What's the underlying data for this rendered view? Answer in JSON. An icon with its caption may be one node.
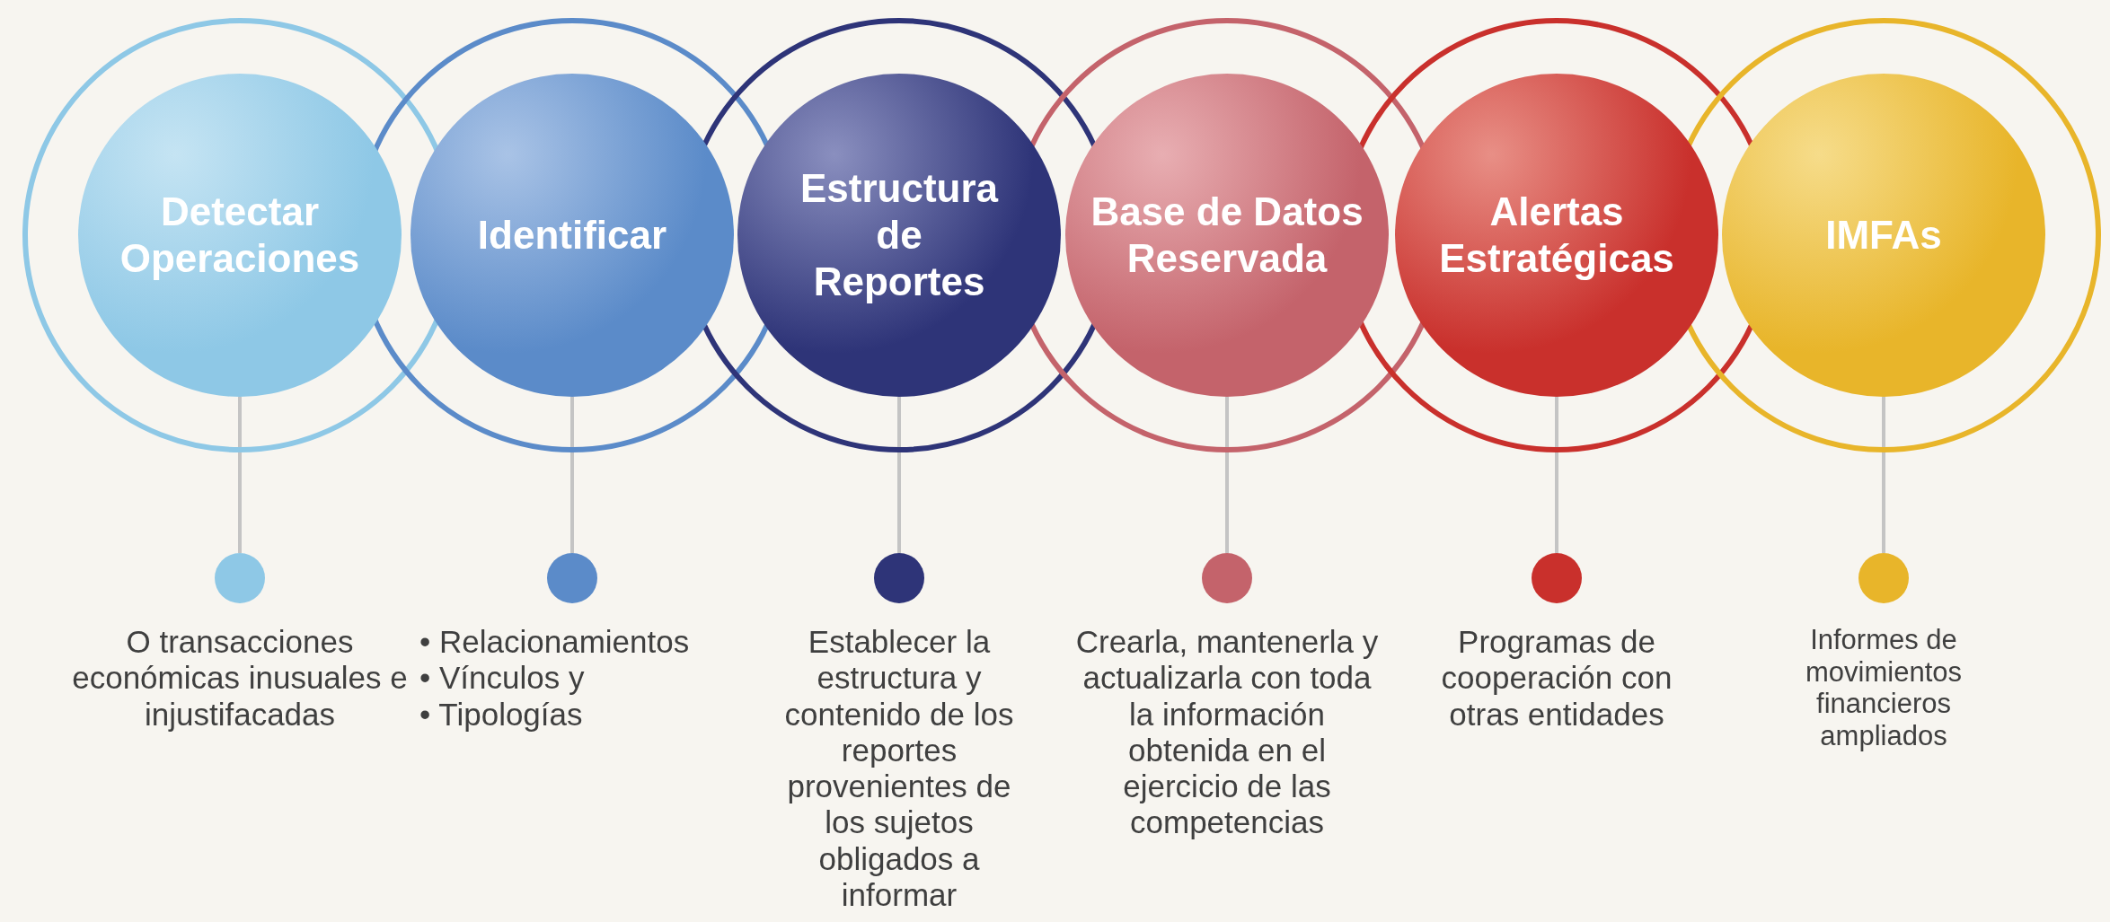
{
  "diagram": {
    "nodes": [
      {
        "text": [
          "Detectar Operaciones"
        ]
      },
      {
        "text": [
          "Identificar"
        ]
      },
      {
        "text": [
          "Estructura de Reportes"
        ]
      },
      {
        "text": [
          "Base de Datos Reservada"
        ]
      },
      {
        "text": [
          "Alertas Estratégicas"
        ]
      },
      {
        "text": [
          "IMFAs"
        ]
      },
      {
        "text": [],
        "shape": "circle",
        "beside": [
          "O transacciones económicas inusuales e injustifacadas"
        ]
      },
      {
        "text": [],
        "shape": "circle",
        "beside": [
          "• Relacionamientos",
          "• Vínculos y",
          "• Tipologías"
        ]
      },
      {
        "text": [],
        "shape": "circle",
        "beside": [
          "Establecer la estructura y contenido de los reportes provenientes de los sujetos obligados a informar"
        ]
      },
      {
        "text": [],
        "shape": "circle",
        "beside": [
          "Crearla, mantenerla y actualizarla con toda la información obtenida en el ejercicio de las competencias"
        ]
      },
      {
        "text": [],
        "shape": "circle",
        "beside": [
          "Programas de cooperación con otras entidades"
        ]
      },
      {
        "text": [],
        "shape": "circle",
        "beside": [
          "Informes de movimientos financieros ampliados"
        ]
      }
    ],
    "edges": [
      {
        "from": 0,
        "to": 6,
        "arrow": "none"
      },
      {
        "from": 1,
        "to": 7,
        "arrow": "none"
      },
      {
        "from": 2,
        "to": 8,
        "arrow": "none"
      },
      {
        "from": 3,
        "to": 9,
        "arrow": "none"
      },
      {
        "from": 4,
        "to": 10,
        "arrow": "none"
      },
      {
        "from": 5,
        "to": 11,
        "arrow": "none"
      }
    ]
  }
}
